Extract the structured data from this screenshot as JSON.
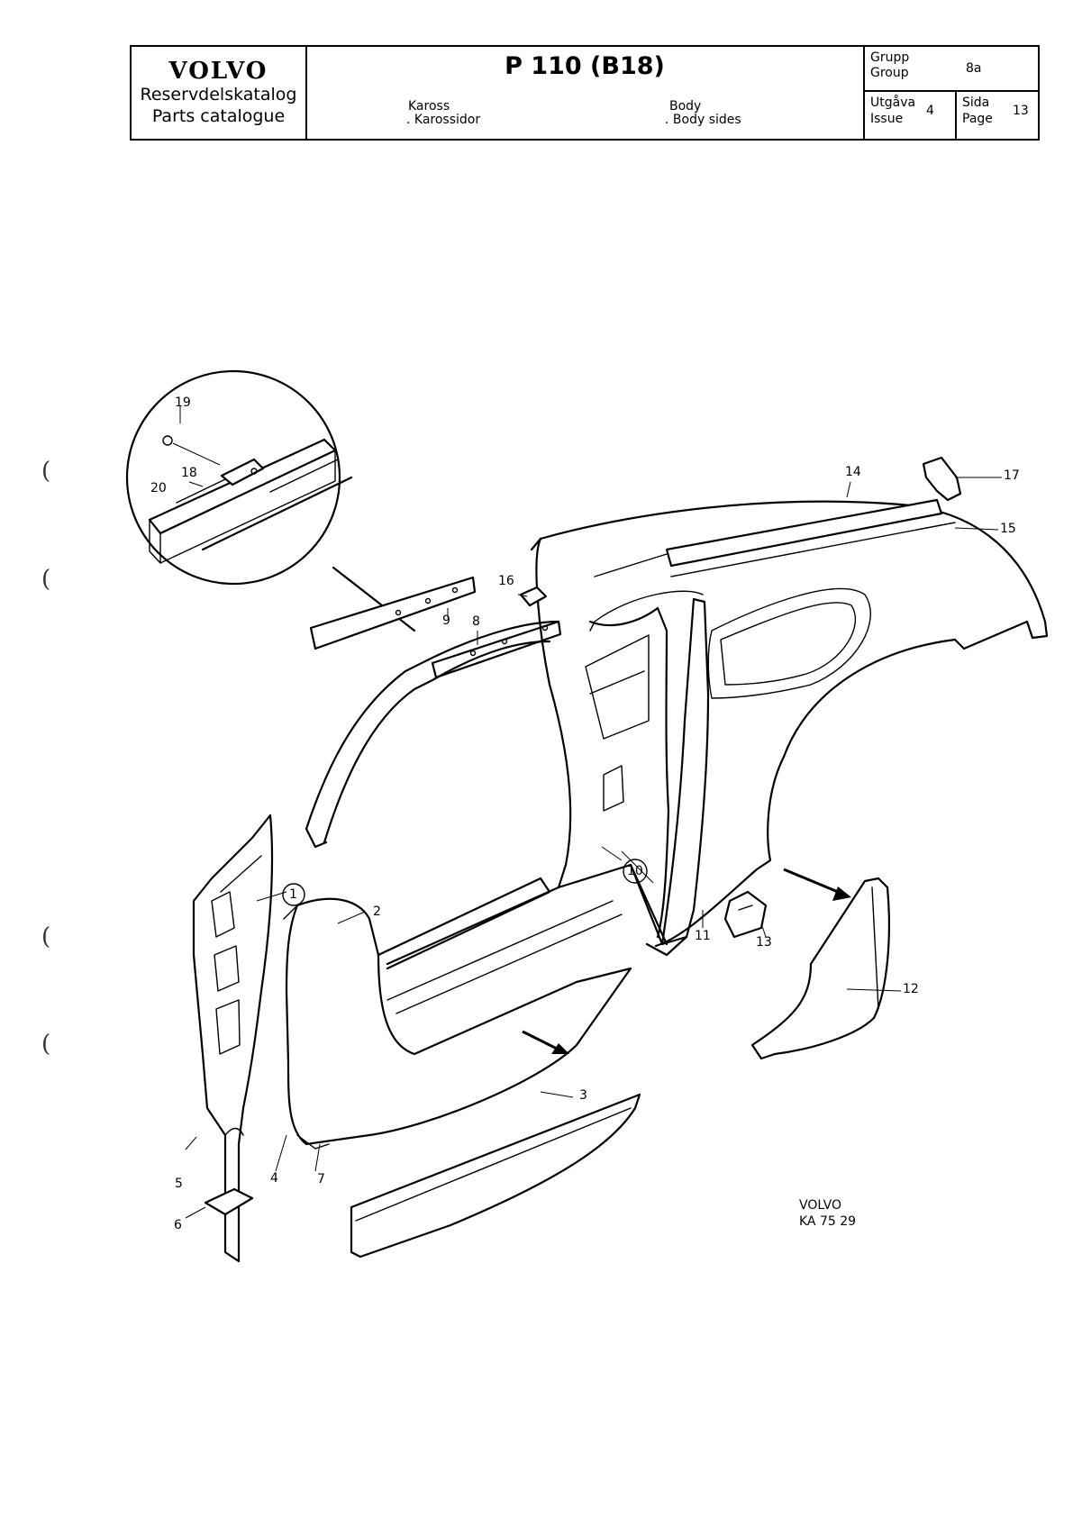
{
  "header": {
    "brand": "VOLVO",
    "catalogue_sv": "Reservdelskatalog",
    "catalogue_en": "Parts catalogue",
    "model": "P 110 (B18)",
    "section_sv": "Kaross",
    "subsection_sv": ". Karossidor",
    "section_en": "Body",
    "subsection_en": ". Body sides",
    "group_label_sv": "Grupp",
    "group_label_en": "Group",
    "group_value": "8a",
    "issue_label_sv": "Utgåva",
    "issue_label_en": "Issue",
    "issue_value": "4",
    "page_label_sv": "Sida",
    "page_label_en": "Page",
    "page_value": "13"
  },
  "callouts": {
    "c1": "1",
    "c2": "2",
    "c3": "3",
    "c4": "4",
    "c5": "5",
    "c6": "6",
    "c7": "7",
    "c8": "8",
    "c9": "9",
    "c10": "10",
    "c11": "11",
    "c12": "12",
    "c13": "13",
    "c14": "14",
    "c15": "15",
    "c16": "16",
    "c17": "17",
    "c18": "18",
    "c19": "19",
    "c20": "20"
  },
  "drawing_ref": {
    "line1": "VOLVO",
    "line2": "KA 75 29"
  },
  "margin_marks": [
    "(",
    "(",
    "(",
    "("
  ]
}
